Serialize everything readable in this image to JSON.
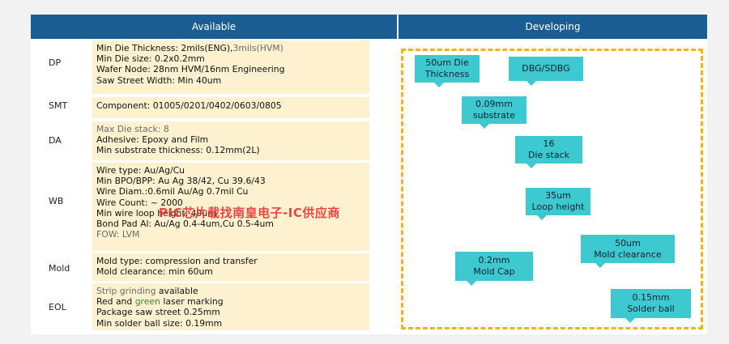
{
  "header": {
    "available": "Available",
    "developing": "Developing"
  },
  "rows": [
    {
      "label": "DP",
      "lines": [
        [
          "Min Die Thickness: 2mils(ENG),",
          "3mils(HVM)"
        ],
        [
          "Min Die size: 0.2x0.2mm"
        ],
        [
          "Wafer Node: 28nm HVM/16nm Engineering"
        ],
        [
          "Saw Street Width: Min 40um"
        ]
      ]
    },
    {
      "label": "SMT",
      "lines": [
        [
          "Component: 01005/0201/0402/0603/0805"
        ]
      ]
    },
    {
      "label": "DA",
      "lines": [
        [
          "Max Die stack: 8"
        ],
        [
          "Adhesive: Epoxy and Film"
        ],
        [
          "Min substrate thickness: 0.12mm(2L)"
        ]
      ]
    },
    {
      "label": "WB",
      "lines": [
        [
          "Wire type: Au/Ag/Cu"
        ],
        [
          "Min BPO/BPP: Au Ag 38/42, Cu 39.6/43"
        ],
        [
          "Wire Diam.:0.6mil Au/Ag  0.7mil Cu"
        ],
        [
          "Wire Count: ~ 2000"
        ],
        [
          "Min wire loop height: 40um"
        ],
        [
          "Bond Pad Al: Au/Ag 0.4-4um,Cu 0.5-4um"
        ],
        [
          "FOW: LVM"
        ]
      ]
    },
    {
      "label": "Mold",
      "lines": [
        [
          "Mold type: compression and transfer"
        ],
        [
          "Mold clearance: min 60um"
        ]
      ]
    },
    {
      "label": "EOL",
      "lines": [
        [
          "Strip grinding",
          " available"
        ],
        [
          "Red and ",
          "green",
          " laser marking"
        ],
        [
          "Package saw street 0.25mm"
        ],
        [
          "Min solder ball size: 0.19mm"
        ]
      ]
    }
  ],
  "callouts": [
    {
      "l1": "50um Die",
      "l2": "Thickness"
    },
    {
      "l1": "DBG/SDBG",
      "l2": ""
    },
    {
      "l1": "0.09mm",
      "l2": "substrate"
    },
    {
      "l1": "16",
      "l2": "Die stack"
    },
    {
      "l1": "35um",
      "l2": "Loop height"
    },
    {
      "l1": "50um",
      "l2": "Mold clearance"
    },
    {
      "l1": "0.2mm",
      "l2": "Mold Cap"
    },
    {
      "l1": "0.15mm",
      "l2": "Solder ball"
    }
  ],
  "watermark": "PIC芯片载找南皇电子-IC供应商",
  "colors": {
    "header_bg": "#1a5d93",
    "cell_bg": "#fdf1cf",
    "dash": "#f5b21e",
    "callout_bg": "#3ec8cf",
    "accent_orange": "#e0701d",
    "accent_green": "#2e8b2e"
  }
}
